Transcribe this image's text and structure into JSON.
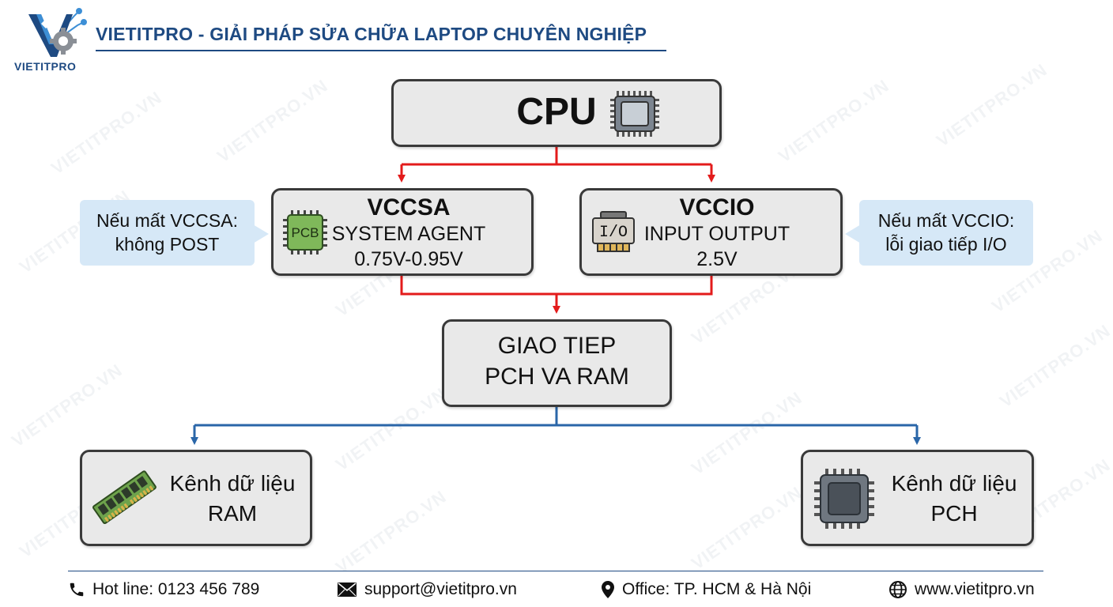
{
  "header": {
    "brand_name": "VIETITPRO",
    "title": "VIETITPRO - GIẢI PHÁP SỬA CHỮA LAPTOP CHUYÊN NGHIỆP"
  },
  "watermark": "VIETITPRO.VN",
  "diagram": {
    "cpu": {
      "label": "CPU",
      "icon": "cpu-chip-icon"
    },
    "vccsa": {
      "title": "VCCSA",
      "subtitle": "SYSTEM AGENT",
      "voltage": "0.75V-0.95V",
      "icon_text": "PCB"
    },
    "vccio": {
      "title": "VCCIO",
      "subtitle": "INPUT OUTPUT",
      "voltage": "2.5V",
      "icon_text": "I/O"
    },
    "note_left": {
      "line1": "Nếu mất VCCSA:",
      "line2": "không POST"
    },
    "note_right": {
      "line1": "Nếu mất VCCIO:",
      "line2": "lỗi giao tiếp I/O"
    },
    "comm": {
      "line1": "GIAO TIEP",
      "line2": "PCH VA RAM"
    },
    "ram": {
      "line1": "Kênh dữ liệu",
      "line2": "RAM",
      "icon": "ram-stick-icon"
    },
    "pch": {
      "line1": "Kênh dữ liệu",
      "line2": "PCH",
      "icon": "pch-chip-icon"
    },
    "colors": {
      "red_arrow": "#e31b1b",
      "blue_arrow": "#2a66a8",
      "box_fill": "#e9e9e9",
      "note_fill": "#d6e8f7"
    }
  },
  "footer": {
    "hotline": "Hot line: 0123 456 789",
    "email": "support@vietitpro.vn",
    "office": "Office: TP. HCM & Hà Nội",
    "website": "www.vietitpro.vn"
  }
}
